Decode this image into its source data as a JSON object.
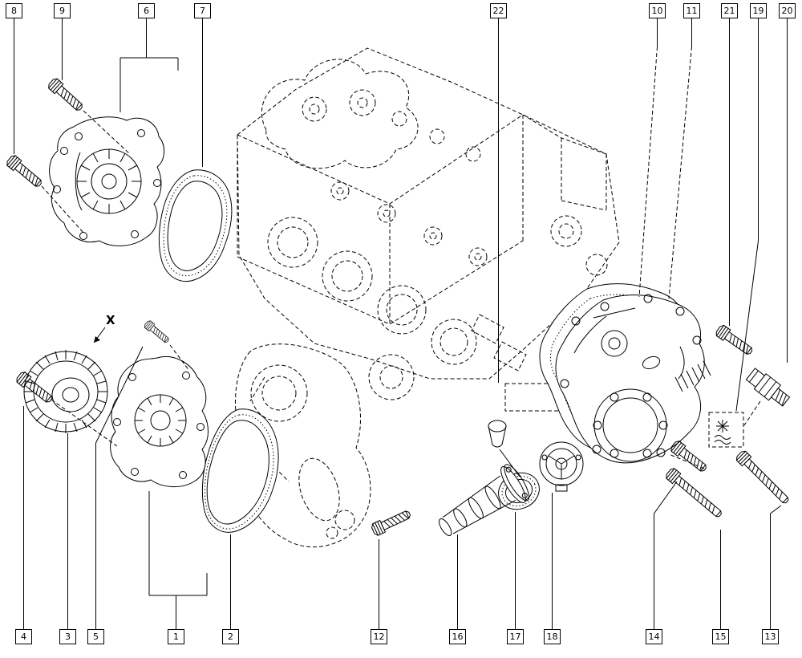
{
  "diagram": {
    "x_marker": "X",
    "colors": {
      "line": "#000000",
      "background": "#ffffff"
    }
  },
  "callouts": {
    "top": [
      {
        "label": "8"
      },
      {
        "label": "9"
      },
      {
        "label": "6"
      },
      {
        "label": "7"
      },
      {
        "label": "22"
      },
      {
        "label": "10"
      },
      {
        "label": "11"
      },
      {
        "label": "21"
      },
      {
        "label": "19"
      },
      {
        "label": "20"
      }
    ],
    "bottom": [
      {
        "label": "4"
      },
      {
        "label": "3"
      },
      {
        "label": "5"
      },
      {
        "label": "1"
      },
      {
        "label": "2"
      },
      {
        "label": "12"
      },
      {
        "label": "16"
      },
      {
        "label": "17"
      },
      {
        "label": "18"
      },
      {
        "label": "14"
      },
      {
        "label": "15"
      },
      {
        "label": "13"
      }
    ]
  }
}
